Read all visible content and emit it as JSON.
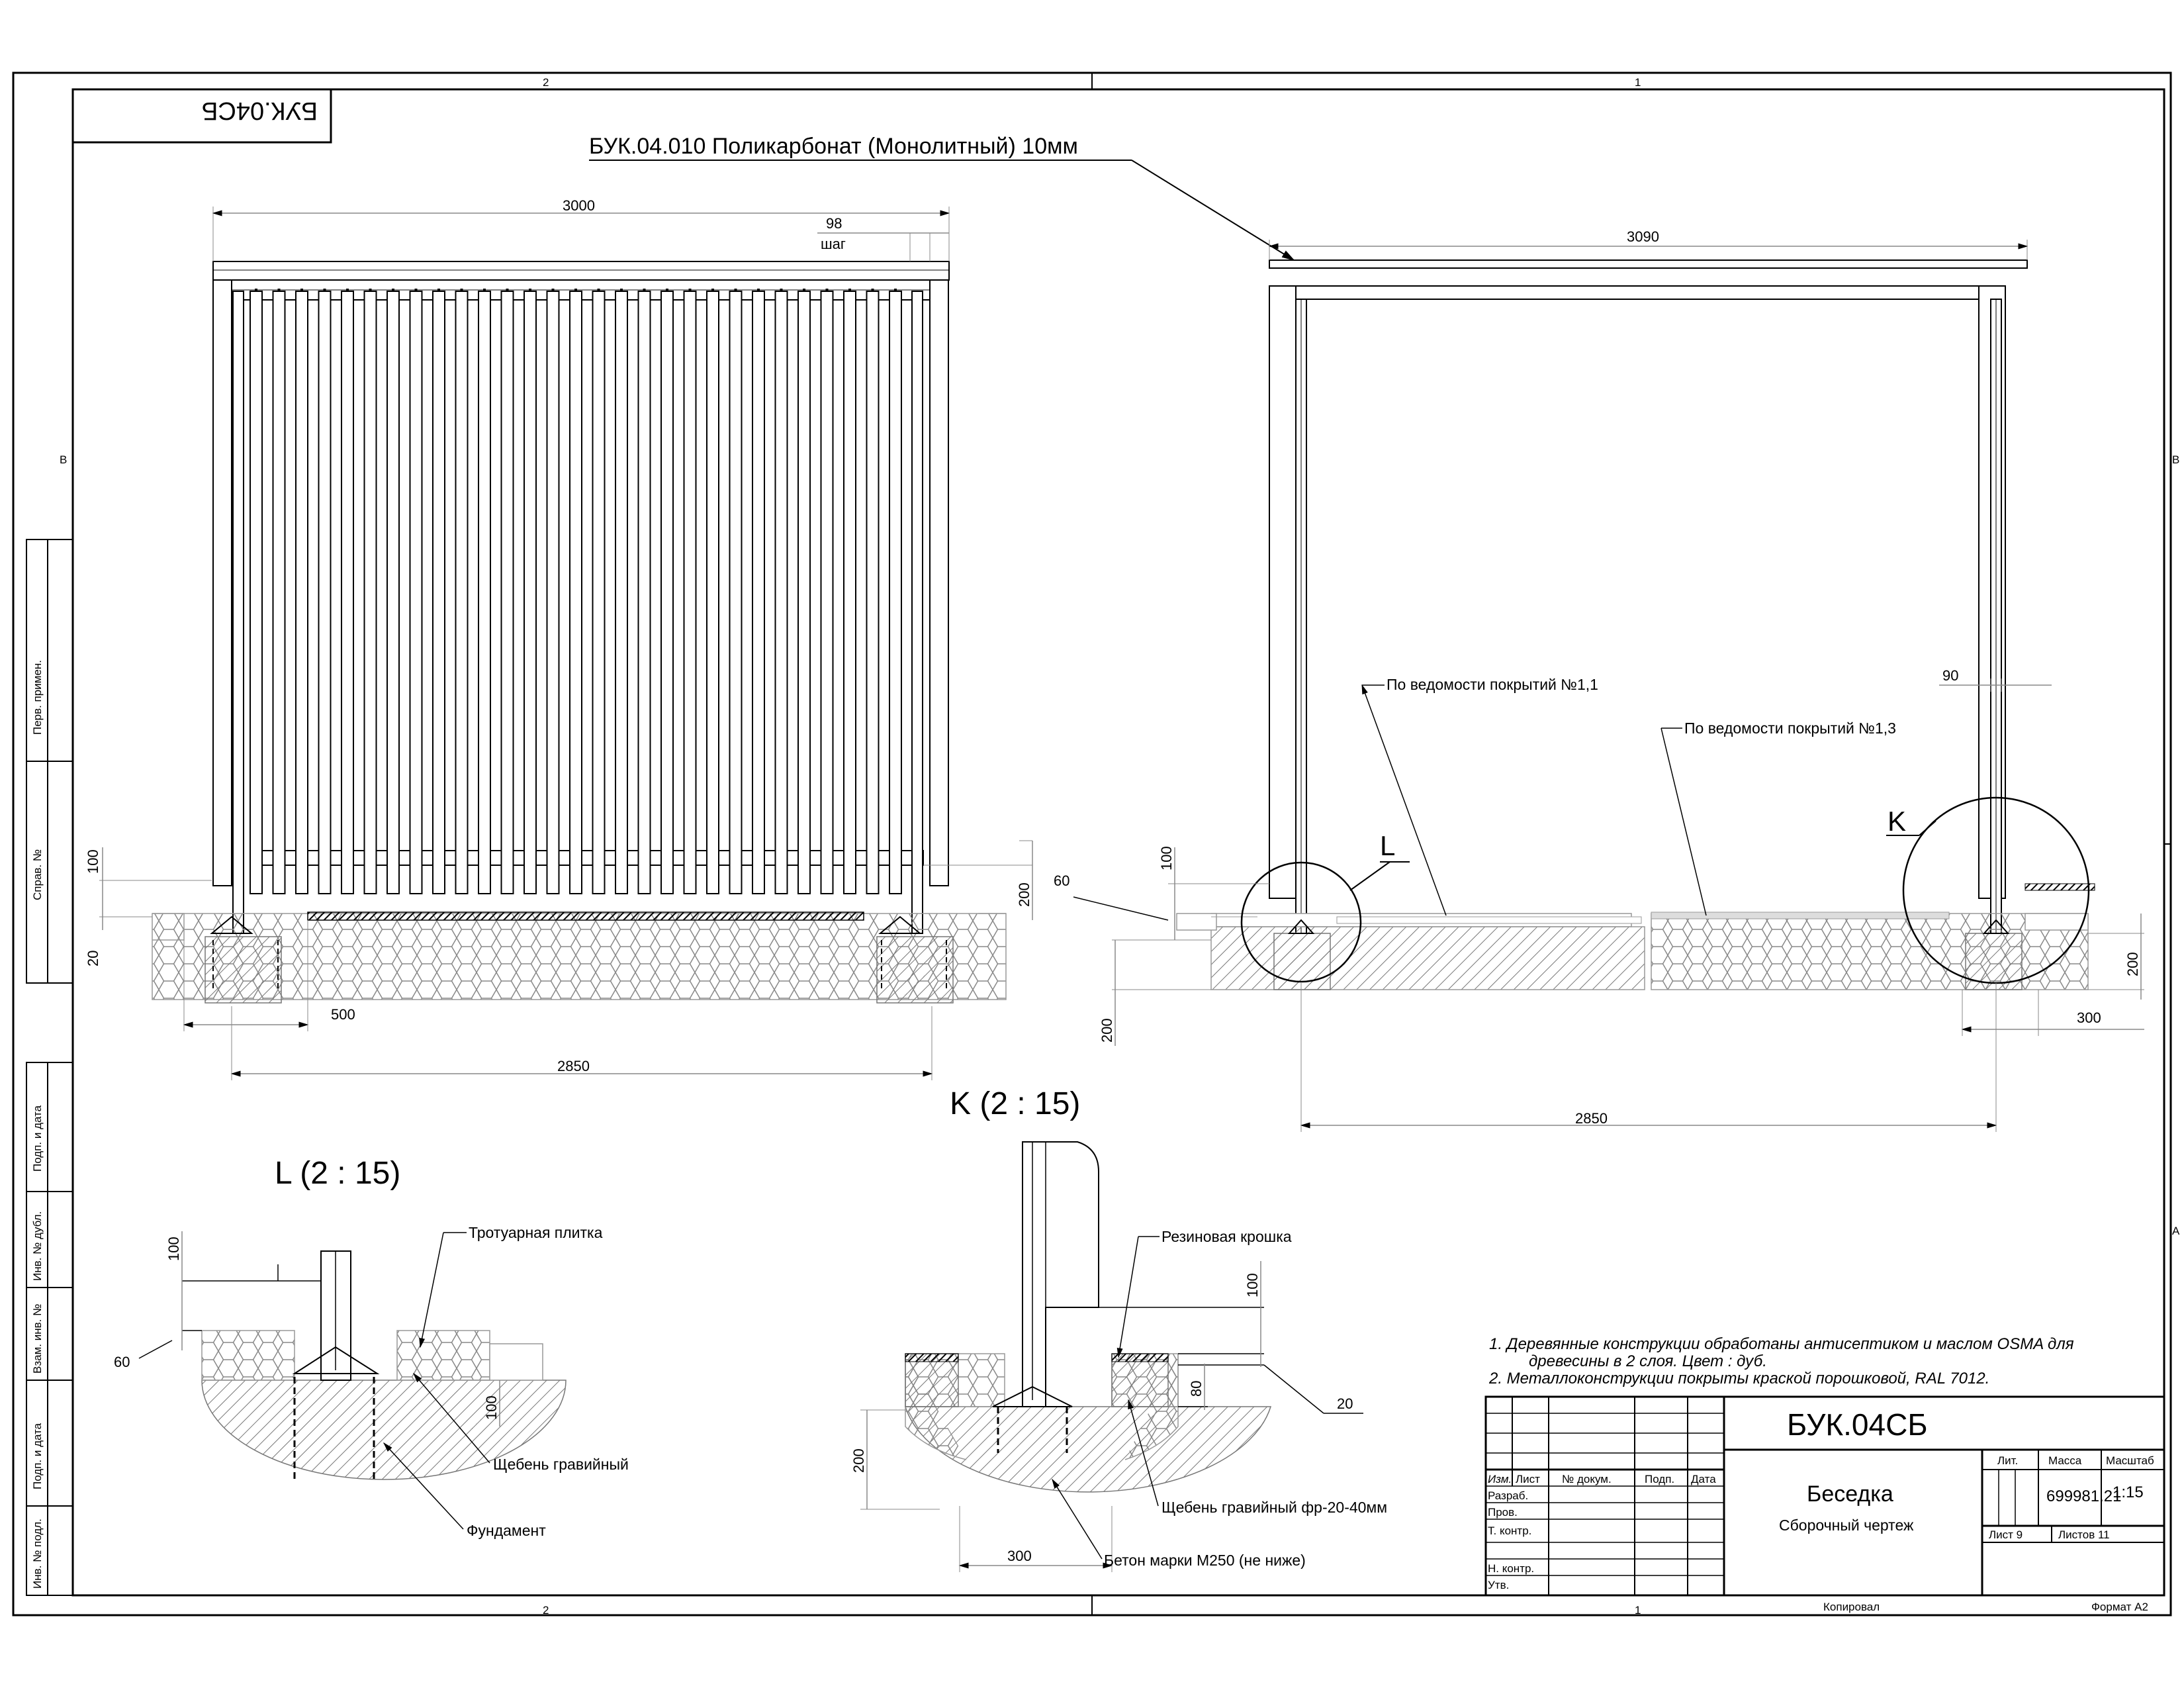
{
  "sheet": {
    "zone_top_left": "2",
    "zone_top_right": "1",
    "zone_bottom_left": "2",
    "zone_bottom_right": "1",
    "zone_left": "B",
    "zone_right_top": "B",
    "zone_right_bottom": "A",
    "corner_code": "БУК.04СБ",
    "copied": "Копировал",
    "format": "Формат А2"
  },
  "side_strip": {
    "perv": "Перв. примен.",
    "sprav": "Справ. №",
    "podp1": "Подп. и дата",
    "inv_dubl": "Инв. № дубл.",
    "vzam": "Взам. инв. №",
    "podp2": "Подп. и дата",
    "inv_podl": "Инв. № подл."
  },
  "front_view": {
    "dim_3000": "3000",
    "dim_98": "98",
    "pitch": "шаг",
    "dim_100": "100",
    "dim_20": "20",
    "dim_200": "200",
    "dim_500": "500",
    "dim_2850": "2850"
  },
  "side_view": {
    "roof_label": "БУК.04.010 Поликарбонат (Монолитный) 10мм",
    "dim_3090": "3090",
    "dim_90": "90",
    "coating_1": "По ведомости покрытий  №1,1",
    "coating_2": "По ведомости покрытий  №1,3",
    "mark_L": "L",
    "mark_K": "K",
    "dim_60": "60",
    "dim_100": "100",
    "dim_200_left": "200",
    "dim_200_right": "200",
    "dim_300": "300",
    "dim_2850": "2850"
  },
  "detail_L": {
    "title": "L (2 : 15)",
    "dim_100": "100",
    "dim_60": "60",
    "dim_100_b": "100",
    "tile": "Тротуарная плитка",
    "gravel": "Щебень гравийный",
    "foundation": "Фундамент"
  },
  "detail_K": {
    "title": "K (2 : 15)",
    "rubber": "Резиновая крошка",
    "dim_100": "100",
    "dim_80": "80",
    "dim_20": "20",
    "dim_200": "200",
    "dim_300": "300",
    "gravel": "Щебень гравийный фр-20-40мм",
    "concrete": "Бетон марки М250 (не ниже)"
  },
  "notes": [
    "1.     Деревянные конструкции обработаны антисептиком и маслом OSMA для",
    "древесины в 2 слоя. Цвет : дуб.",
    "2.     Металлоконструкции покрыты краской порошковой, RAL 7012."
  ],
  "title_block": {
    "code": "БУК.04СБ",
    "name": "Беседка",
    "doc_type": "Сборочный чертеж",
    "lit": "Лит.",
    "mass": "Масса",
    "scale": "Масштаб",
    "mass_value": "699981.21",
    "scale_value": "1:15",
    "sheet": "Лист 9",
    "sheets": "Листов 11",
    "col_izm": "Изм.",
    "col_list": "Лист",
    "col_doc": "№ докум.",
    "col_sign": "Подп.",
    "col_date": "Дата",
    "razrab": "Разраб.",
    "prov": "Пров.",
    "tkontr": "Т. контр.",
    "nkontr": "Н. контр.",
    "utv": "Утв."
  }
}
